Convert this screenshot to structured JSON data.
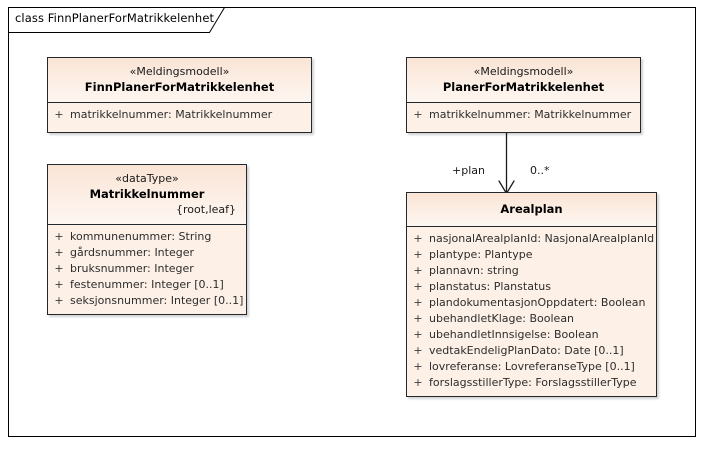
{
  "diagram": {
    "frame_title": "class FinnPlanerForMatrikkelenhet",
    "colors": {
      "class_fill": "#fdf3ec",
      "class_header_fill": "#fae4d5",
      "class_border": "#23282d",
      "text": "#1a1a1a",
      "connector": "#1a1a1a"
    }
  },
  "classes": {
    "finn_planer": {
      "stereotype": "«Meldingsmodell»",
      "name": "FinnPlanerForMatrikkelenhet",
      "attributes": [
        {
          "visibility": "+",
          "text": "matrikkelnummer: Matrikkelnummer"
        }
      ]
    },
    "matrikkelnummer": {
      "stereotype": "«dataType»",
      "name": "Matrikkelnummer",
      "properties": "{root,leaf}",
      "attributes": [
        {
          "visibility": "+",
          "text": "kommunenummer: String"
        },
        {
          "visibility": "+",
          "text": "gårdsnummer: Integer"
        },
        {
          "visibility": "+",
          "text": "bruksnummer: Integer"
        },
        {
          "visibility": "+",
          "text": "festenummer: Integer [0..1]"
        },
        {
          "visibility": "+",
          "text": "seksjonsnummer: Integer [0..1]"
        }
      ]
    },
    "planer_for": {
      "stereotype": "«Meldingsmodell»",
      "name": "PlanerForMatrikkelenhet",
      "attributes": [
        {
          "visibility": "+",
          "text": "matrikkelnummer: Matrikkelnummer"
        }
      ]
    },
    "arealplan": {
      "stereotype": "",
      "name": "Arealplan",
      "attributes": [
        {
          "visibility": "+",
          "text": "nasjonalArealplanId: NasjonalArealplanId"
        },
        {
          "visibility": "+",
          "text": "plantype: Plantype"
        },
        {
          "visibility": "+",
          "text": "plannavn: string"
        },
        {
          "visibility": "+",
          "text": "planstatus: Planstatus"
        },
        {
          "visibility": "+",
          "text": "plandokumentasjonOppdatert: Boolean"
        },
        {
          "visibility": "+",
          "text": "ubehandletKlage: Boolean"
        },
        {
          "visibility": "+",
          "text": "ubehandletInnsigelse: Boolean"
        },
        {
          "visibility": "+",
          "text": "vedtakEndeligPlanDato: Date [0..1]"
        },
        {
          "visibility": "+",
          "text": "lovreferanse: LovreferanseType [0..1]"
        },
        {
          "visibility": "+",
          "text": "forslagsstillerType: ForslagsstillerType"
        }
      ]
    }
  },
  "associations": {
    "planer_to_arealplan": {
      "role_label": "+plan",
      "multiplicity": "0..*"
    }
  }
}
